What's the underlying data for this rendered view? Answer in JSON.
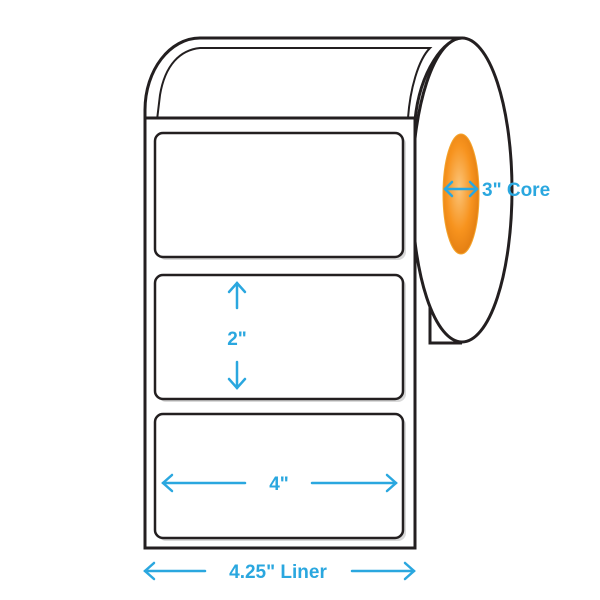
{
  "diagram": {
    "labels": {
      "label_height": "2\"",
      "label_width": "4\"",
      "liner_width": "4.25\" Liner",
      "core": "3\" Core"
    },
    "colors": {
      "dimension": "#2aa7df",
      "outline": "#231f20",
      "roll_fill": "#ffffff",
      "label_shadow": "#d9d9d9",
      "core_inner": "#f7931e",
      "core_outer": "#f5b041"
    },
    "label_count_visible": 3
  }
}
